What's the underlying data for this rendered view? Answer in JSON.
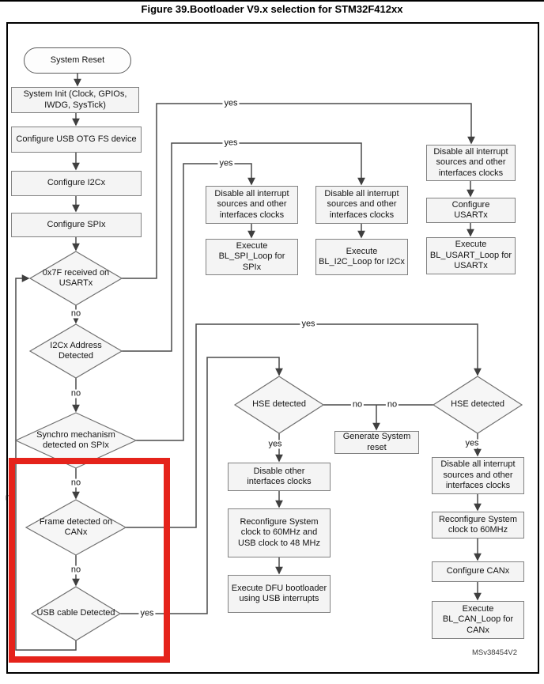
{
  "title": "Figure 39.Bootloader V9.x selection for STM32F412xx",
  "watermark": "MSv38454V2",
  "colors": {
    "highlight_red": "#e5231b",
    "connector_gray": "#4a4a4a",
    "node_fill": "#f4f4f4",
    "node_border": "#818181"
  },
  "labels": {
    "yes": "yes",
    "no": "no"
  },
  "nodes": {
    "system_reset": "System Reset",
    "system_init": "System Init (Clock, GPIOs, IWDG, SysTick)",
    "config_usb_otg": "Configure USB OTG FS device",
    "config_i2cx": "Configure I2Cx",
    "config_spix": "Configure SPIx",
    "dec_usart": "0x7F received on USARTx",
    "dec_i2c": "I2Cx Address Detected",
    "dec_spi": "Synchro mechanism detected on SPIx",
    "dec_can": "Frame detected on CANx",
    "dec_usb": "USB cable Detected",
    "spi_disable": "Disable all interrupt sources and other interfaces clocks",
    "spi_execute": "Execute BL_SPI_Loop for SPIx",
    "i2c_disable": "Disable all interrupt sources and other interfaces clocks",
    "i2c_execute": "Execute BL_I2C_Loop for I2Cx",
    "usart_disable": "Disable all interrupt sources and other interfaces clocks",
    "usart_configure": "Configure USARTx",
    "usart_execute": "Execute BL_USART_Loop for USARTx",
    "hse_left": "HSE detected",
    "hse_right": "HSE detected",
    "generate_reset": "Generate System reset",
    "dfu_disable": "Disable other interfaces clocks",
    "dfu_reconfigure": "Reconfigure System clock to 60MHz and USB clock to 48 MHz",
    "dfu_execute": "Execute DFU bootloader using USB interrupts",
    "can_disable": "Disable all interrupt sources and other interfaces clocks",
    "can_reconfigure": "Reconfigure System clock to 60MHz",
    "can_configure": "Configure CANx",
    "can_execute": "Execute BL_CAN_Loop for CANx"
  }
}
